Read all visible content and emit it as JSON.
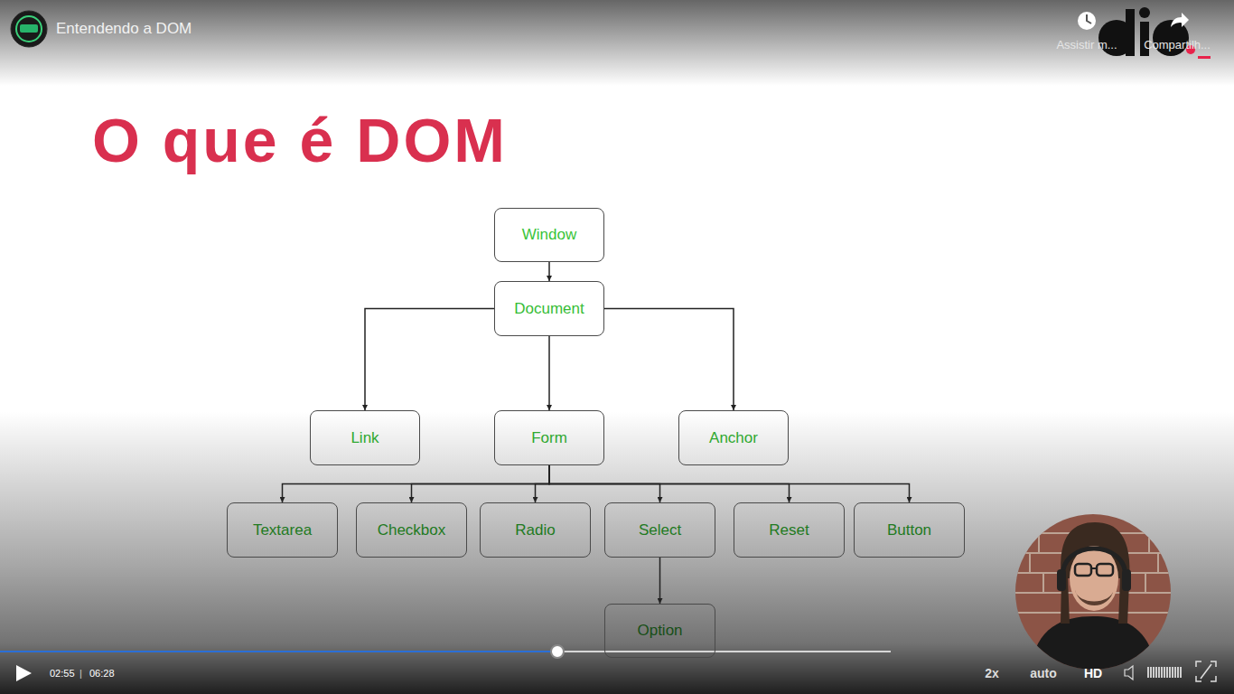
{
  "diagram": {
    "title": "O que é DOM",
    "nodes": [
      {
        "text": [
          "Window"
        ]
      },
      {
        "text": [
          "Document"
        ]
      },
      {
        "text": [
          "Link"
        ]
      },
      {
        "text": [
          "Form"
        ]
      },
      {
        "text": [
          "Anchor"
        ]
      },
      {
        "text": [
          "Textarea"
        ]
      },
      {
        "text": [
          "Checkbox"
        ]
      },
      {
        "text": [
          "Radio"
        ]
      },
      {
        "text": [
          "Select"
        ]
      },
      {
        "text": [
          "Reset"
        ]
      },
      {
        "text": [
          "Button"
        ]
      },
      {
        "text": [
          "Option"
        ]
      }
    ],
    "edges": [
      {
        "from": 0,
        "to": 1,
        "arrow": "to"
      },
      {
        "from": 1,
        "to": 2,
        "arrow": "to"
      },
      {
        "from": 1,
        "to": 3,
        "arrow": "to"
      },
      {
        "from": 1,
        "to": 4,
        "arrow": "to"
      },
      {
        "from": 3,
        "to": 5,
        "arrow": "to"
      },
      {
        "from": 3,
        "to": 6,
        "arrow": "to"
      },
      {
        "from": 3,
        "to": 7,
        "arrow": "to"
      },
      {
        "from": 3,
        "to": 8,
        "arrow": "to"
      },
      {
        "from": 3,
        "to": 9,
        "arrow": "to"
      },
      {
        "from": 3,
        "to": 10,
        "arrow": "to"
      },
      {
        "from": 8,
        "to": 11,
        "arrow": "to"
      }
    ],
    "labels": [
      "Entendendo a DOM",
      "Assistir m...",
      "Compartilh...",
      "02:55",
      "|",
      "06:28",
      "2x",
      "auto",
      "HD"
    ]
  }
}
